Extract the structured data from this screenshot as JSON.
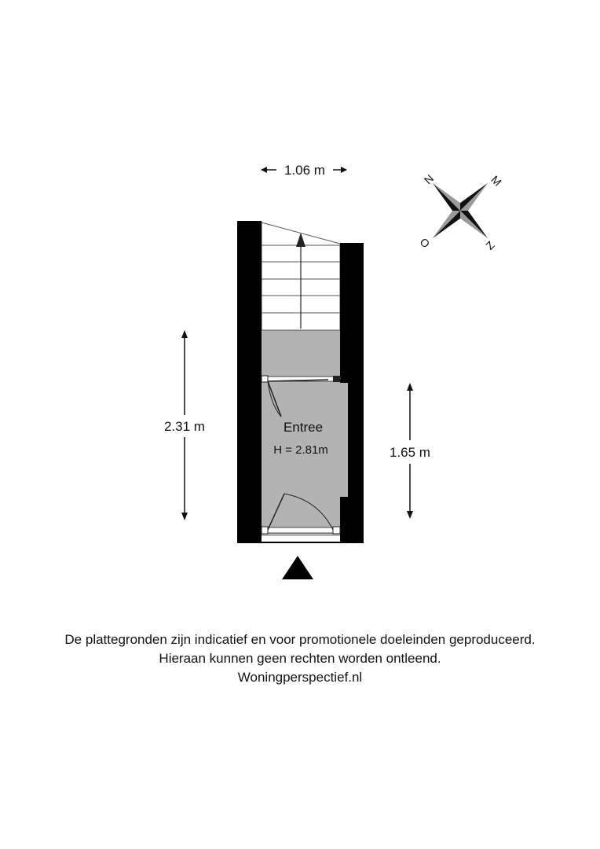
{
  "floorplan": {
    "dimensions": {
      "width_top": "1.06 m",
      "height_left": "2.31 m",
      "height_right": "1.65 m"
    },
    "room": {
      "name": "Entree",
      "height": "H = 2.81m"
    },
    "compass": {
      "top_left": "N",
      "top_right": "M",
      "bottom_left": "O",
      "bottom_right": "Z"
    }
  },
  "colors": {
    "wall": "#000000",
    "floor": "#b3b3b3",
    "stairs": "#ffffff",
    "line": "#222222"
  },
  "icons": {
    "entrance": "entrance-triangle-icon",
    "compass": "compass-rose-icon"
  },
  "disclaimer": {
    "line1": "De plattegronden zijn indicatief en voor promotionele doeleinden geproduceerd.",
    "line2": "Hieraan kunnen geen rechten worden ontleend.",
    "line3": "Woningperspectief.nl"
  }
}
